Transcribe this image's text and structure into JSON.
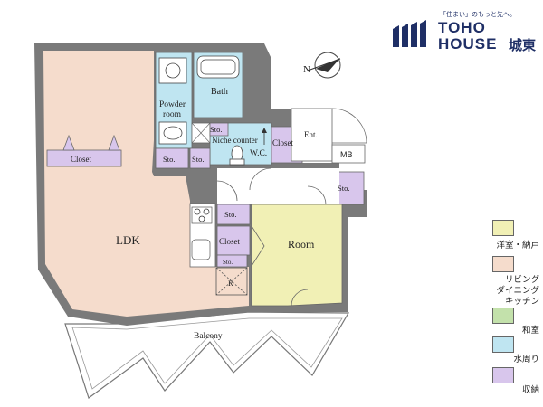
{
  "brand": {
    "tagline": "「住まい」のもっと先へ。",
    "line1": "TOHO",
    "line2": "HOUSE",
    "line2_kanji": "城東",
    "color": "#1f2f66"
  },
  "compass": {
    "label": "N"
  },
  "rooms": {
    "ldk": "LDK",
    "room": "Room",
    "bath": "Bath",
    "powder_room_1": "Powder",
    "powder_room_2": "room",
    "wc": "W.C.",
    "niche_counter": "Niche counter",
    "entrance": "Ent.",
    "mb": "MB",
    "balcony": "Balcony",
    "closet_ldk": "Closet",
    "closet_ent": "Closet",
    "closet_room": "Closet",
    "sto_1": "Sto.",
    "sto_2": "Sto.",
    "sto_3": "Sto.",
    "sto_4": "Sto.",
    "sto_5": "Sto.",
    "sto_6": "Sto.",
    "refrigerator": "R"
  },
  "legend": [
    {
      "label": "洋室・納戸",
      "color": "#f1f0b5"
    },
    {
      "label": "リビング\nダイニング\nキッチン",
      "color": "#f5dccc"
    },
    {
      "label": "和室",
      "color": "#c3e1ab"
    },
    {
      "label": "水周り",
      "color": "#bfe5f1"
    },
    {
      "label": "収納",
      "color": "#d8c6ec"
    }
  ]
}
